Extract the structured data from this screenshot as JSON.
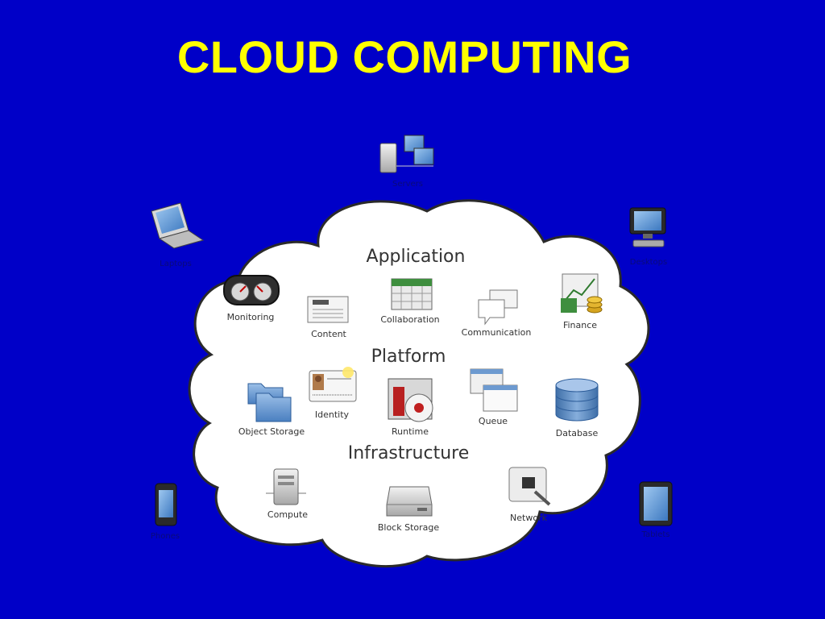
{
  "title": "CLOUD COMPUTING",
  "sections": {
    "application": "Application",
    "platform": "Platform",
    "infrastructure": "Infrastructure"
  },
  "cloud_items": {
    "monitoring": "Monitoring",
    "content": "Content",
    "collaboration": "Collaboration",
    "communication": "Communication",
    "finance": "Finance",
    "object_storage": "Object Storage",
    "identity": "Identity",
    "runtime": "Runtime",
    "queue": "Queue",
    "database": "Database",
    "compute": "Compute",
    "block_storage": "Block Storage",
    "network": "Network"
  },
  "devices": {
    "servers": "Servers",
    "laptops": "Laptops",
    "desktops": "Desktops",
    "phones": "Phones",
    "tablets": "Tablets"
  },
  "colors": {
    "background": "#0000c8",
    "title": "#ffff00",
    "cloud": "#ffffff"
  }
}
